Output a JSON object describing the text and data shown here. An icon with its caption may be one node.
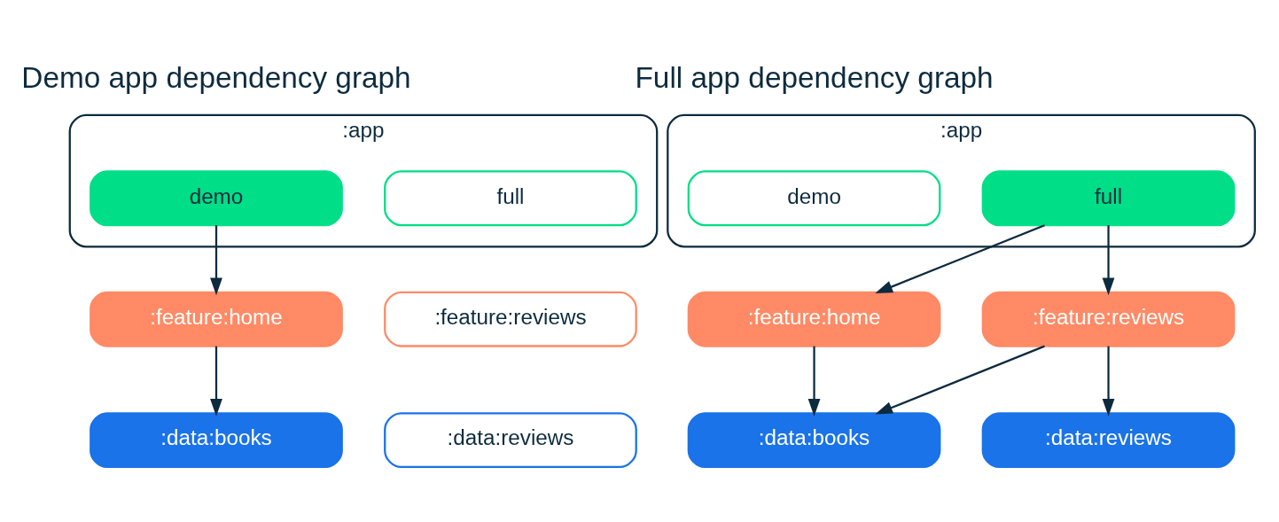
{
  "diagram": {
    "nodes": [
      {
        "text": [
          ":app"
        ]
      },
      {
        "text": [
          "demo"
        ],
        "in": 0
      },
      {
        "text": [
          "full"
        ],
        "in": 0
      },
      {
        "text": [
          ":feature:home"
        ]
      },
      {
        "text": [
          ":feature:reviews"
        ]
      },
      {
        "text": [
          ":data:books"
        ]
      },
      {
        "text": [
          ":data:reviews"
        ]
      },
      {
        "text": [
          ":app"
        ]
      },
      {
        "text": [
          "demo"
        ],
        "in": 7
      },
      {
        "text": [
          "full"
        ],
        "in": 7
      },
      {
        "text": [
          ":feature:home"
        ]
      },
      {
        "text": [
          ":feature:reviews"
        ]
      },
      {
        "text": [
          ":data:books"
        ]
      },
      {
        "text": [
          ":data:reviews"
        ]
      }
    ],
    "edges": [
      {
        "from": 1,
        "to": 3,
        "arrow": "to"
      },
      {
        "from": 3,
        "to": 5,
        "arrow": "to"
      },
      {
        "from": 9,
        "to": 10,
        "arrow": "to"
      },
      {
        "from": 9,
        "to": 11,
        "arrow": "to"
      },
      {
        "from": 10,
        "to": 12,
        "arrow": "to"
      },
      {
        "from": 11,
        "to": 12,
        "arrow": "to"
      },
      {
        "from": 11,
        "to": 13,
        "arrow": "to"
      }
    ],
    "labels": [
      "Demo app dependency graph",
      "Full app dependency graph"
    ]
  }
}
